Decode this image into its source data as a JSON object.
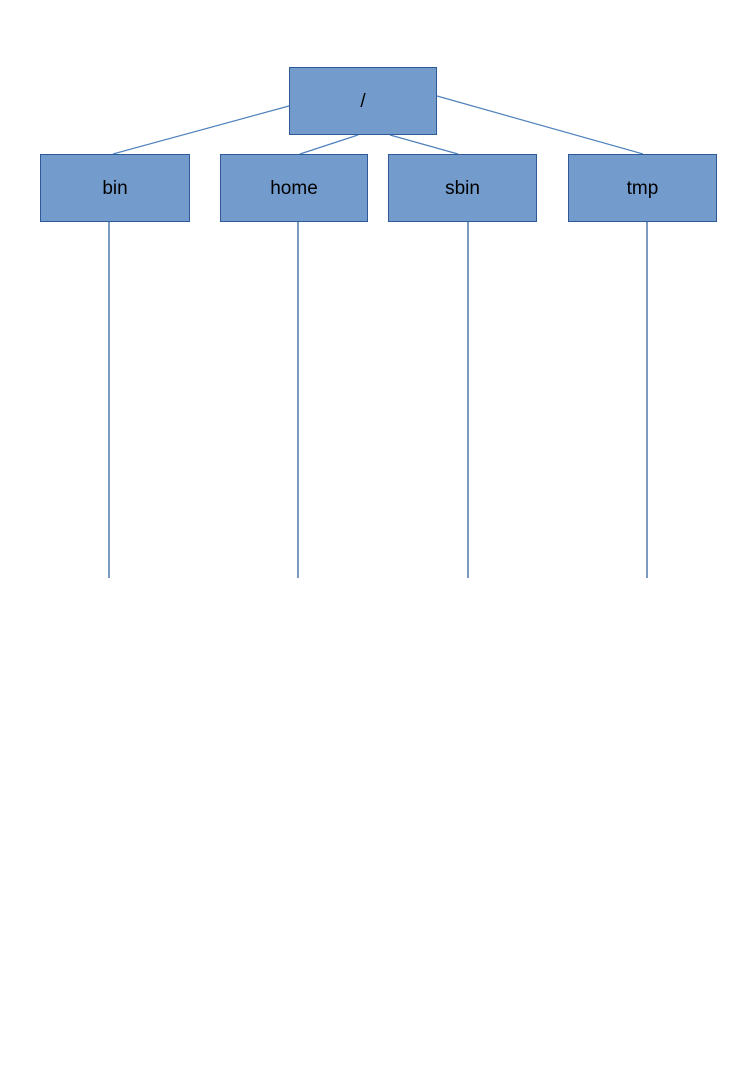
{
  "diagram": {
    "kind": "filesystem-tree",
    "root": {
      "id": "root",
      "label": "/"
    },
    "children": [
      {
        "id": "bin",
        "label": "bin"
      },
      {
        "id": "home",
        "label": "home"
      },
      {
        "id": "sbin",
        "label": "sbin"
      },
      {
        "id": "tmp",
        "label": "tmp"
      }
    ],
    "edges": [
      [
        "/",
        "bin"
      ],
      [
        "/",
        "home"
      ],
      [
        "/",
        "sbin"
      ],
      [
        "/",
        "tmp"
      ]
    ],
    "colors": {
      "background": "#ffffff",
      "node_fill": "#739ccd",
      "node_border": "#2e5b97",
      "connector": "#4f81bd",
      "vertical_line": "#34639f",
      "text": "#000000"
    }
  }
}
